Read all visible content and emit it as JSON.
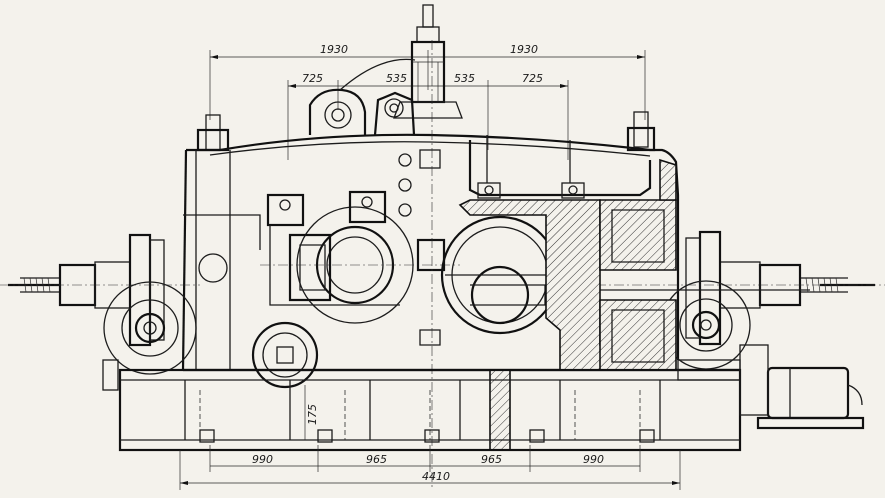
{
  "drawing": {
    "dimensions": {
      "top_left_outer": "1930",
      "top_right_outer": "1930",
      "top_left_inner": "725",
      "top_center_left": "535",
      "top_center_right": "535",
      "top_right_inner": "725",
      "bottom_1": "990",
      "bottom_2": "965",
      "bottom_3": "965",
      "bottom_4": "990",
      "bottom_total": "4410",
      "vertical_base": "175"
    }
  }
}
